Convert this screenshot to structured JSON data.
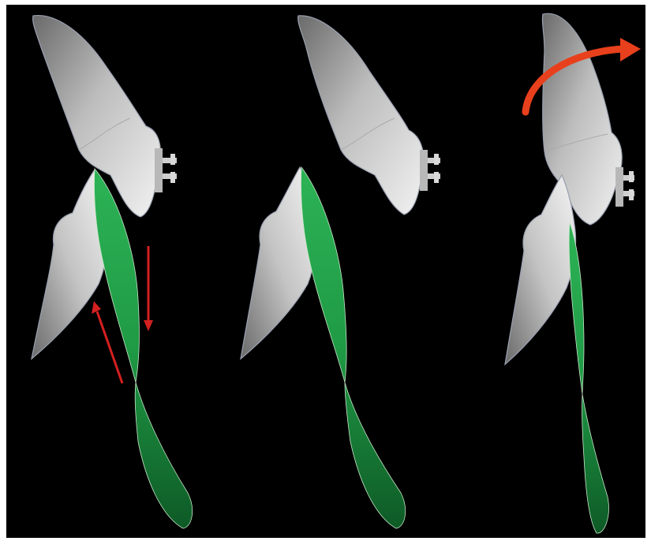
{
  "figure": {
    "panel_count": 3,
    "colors": {
      "background": "#000000",
      "frame": "#ffffff",
      "tooth": "#d8d8d8",
      "tooth_shadow": "#6e6e6e",
      "ligament": "#1f9a45",
      "ligament_dark": "#0f6a2a",
      "arrow": "#d42020",
      "arrow_curved": "#e8401c",
      "bracket": "#b8b8b8"
    },
    "panels": [
      {
        "id": "left",
        "arrows": [
          "down-arrow",
          "up-arrow"
        ]
      },
      {
        "id": "middle",
        "arrows": []
      },
      {
        "id": "right",
        "arrows": [
          "curved-rotation-arrow"
        ]
      }
    ]
  }
}
